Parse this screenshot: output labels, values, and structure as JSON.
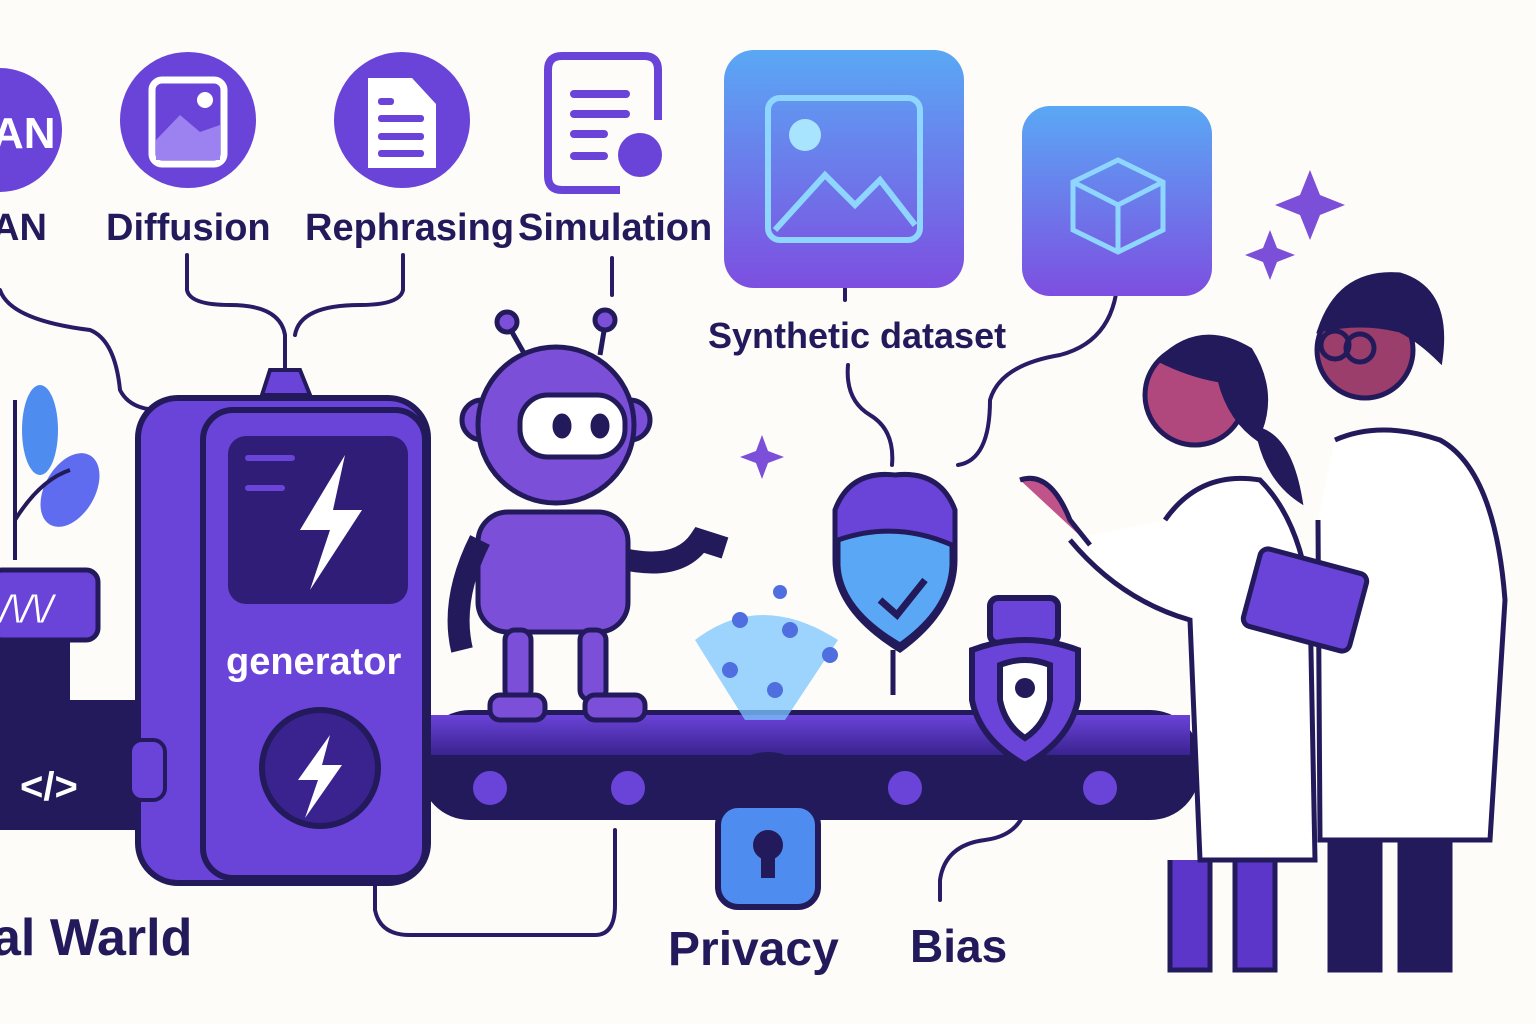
{
  "labels": {
    "gan": "AN",
    "gan_icon_text": "AN",
    "diffusion": "Diffusion",
    "rephrasing": "Rephrasing",
    "simulation": "Simulation",
    "synthetic_dataset": "Synthetic dataset",
    "generator": "generator",
    "real_world": "al Warld",
    "privacy": "Privacy",
    "bias": "Bias",
    "code_symbol": "</>",
    "wave_symbol": "/\\/\\/"
  },
  "colors": {
    "background": "#fdfcf8",
    "purple": "#6a43d8",
    "dark": "#231a5c",
    "blue": "#4f8cf0",
    "light_blue": "#7cc7ff"
  },
  "icons": [
    "gan-circle-icon",
    "image-icon",
    "document-icon",
    "simulation-document-icon",
    "image-tile-icon",
    "cube-tile-icon",
    "robot-icon",
    "lightning-icon",
    "lock-icon",
    "shield-lock-icon",
    "funnel-check-icon",
    "sparkle-icon",
    "scientist-figure"
  ]
}
